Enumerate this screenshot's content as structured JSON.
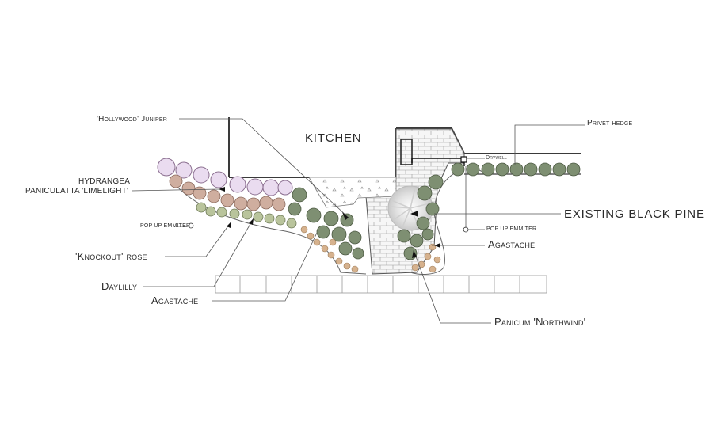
{
  "plan": {
    "room_label": "KITCHEN",
    "labels": {
      "hollywood_juniper": "'Hollywood' Juniper",
      "hydrangea_line1": "HYDRANGEA",
      "hydrangea_line2": "PANICULATTA 'LIMELIGHT'",
      "pop_up_emitter_left": "POP UP EMMITER",
      "knockout_rose": "'Knockout' rose",
      "daylilly": "Daylilly",
      "agastache_left": "Agastache",
      "privet_hedge": "Privet hedge",
      "drywell": "Drywell",
      "pop_up_emitter_right": "POP UP EMMITER",
      "existing_black_pine": "EXISTING BLACK PINE",
      "agastache_right": "Agastache",
      "panicum": "Panicum 'Northwind'"
    },
    "colors": {
      "line": "#3a3a3a",
      "hydrangea": "#e6d8ec",
      "juniper": "#c9a9c9",
      "rose": "#c9a596",
      "shrub_dark": "#7e8f72",
      "shrub_light": "#b7c49a",
      "daylily": "#d4b08c",
      "paver": "#eeeeee"
    }
  }
}
